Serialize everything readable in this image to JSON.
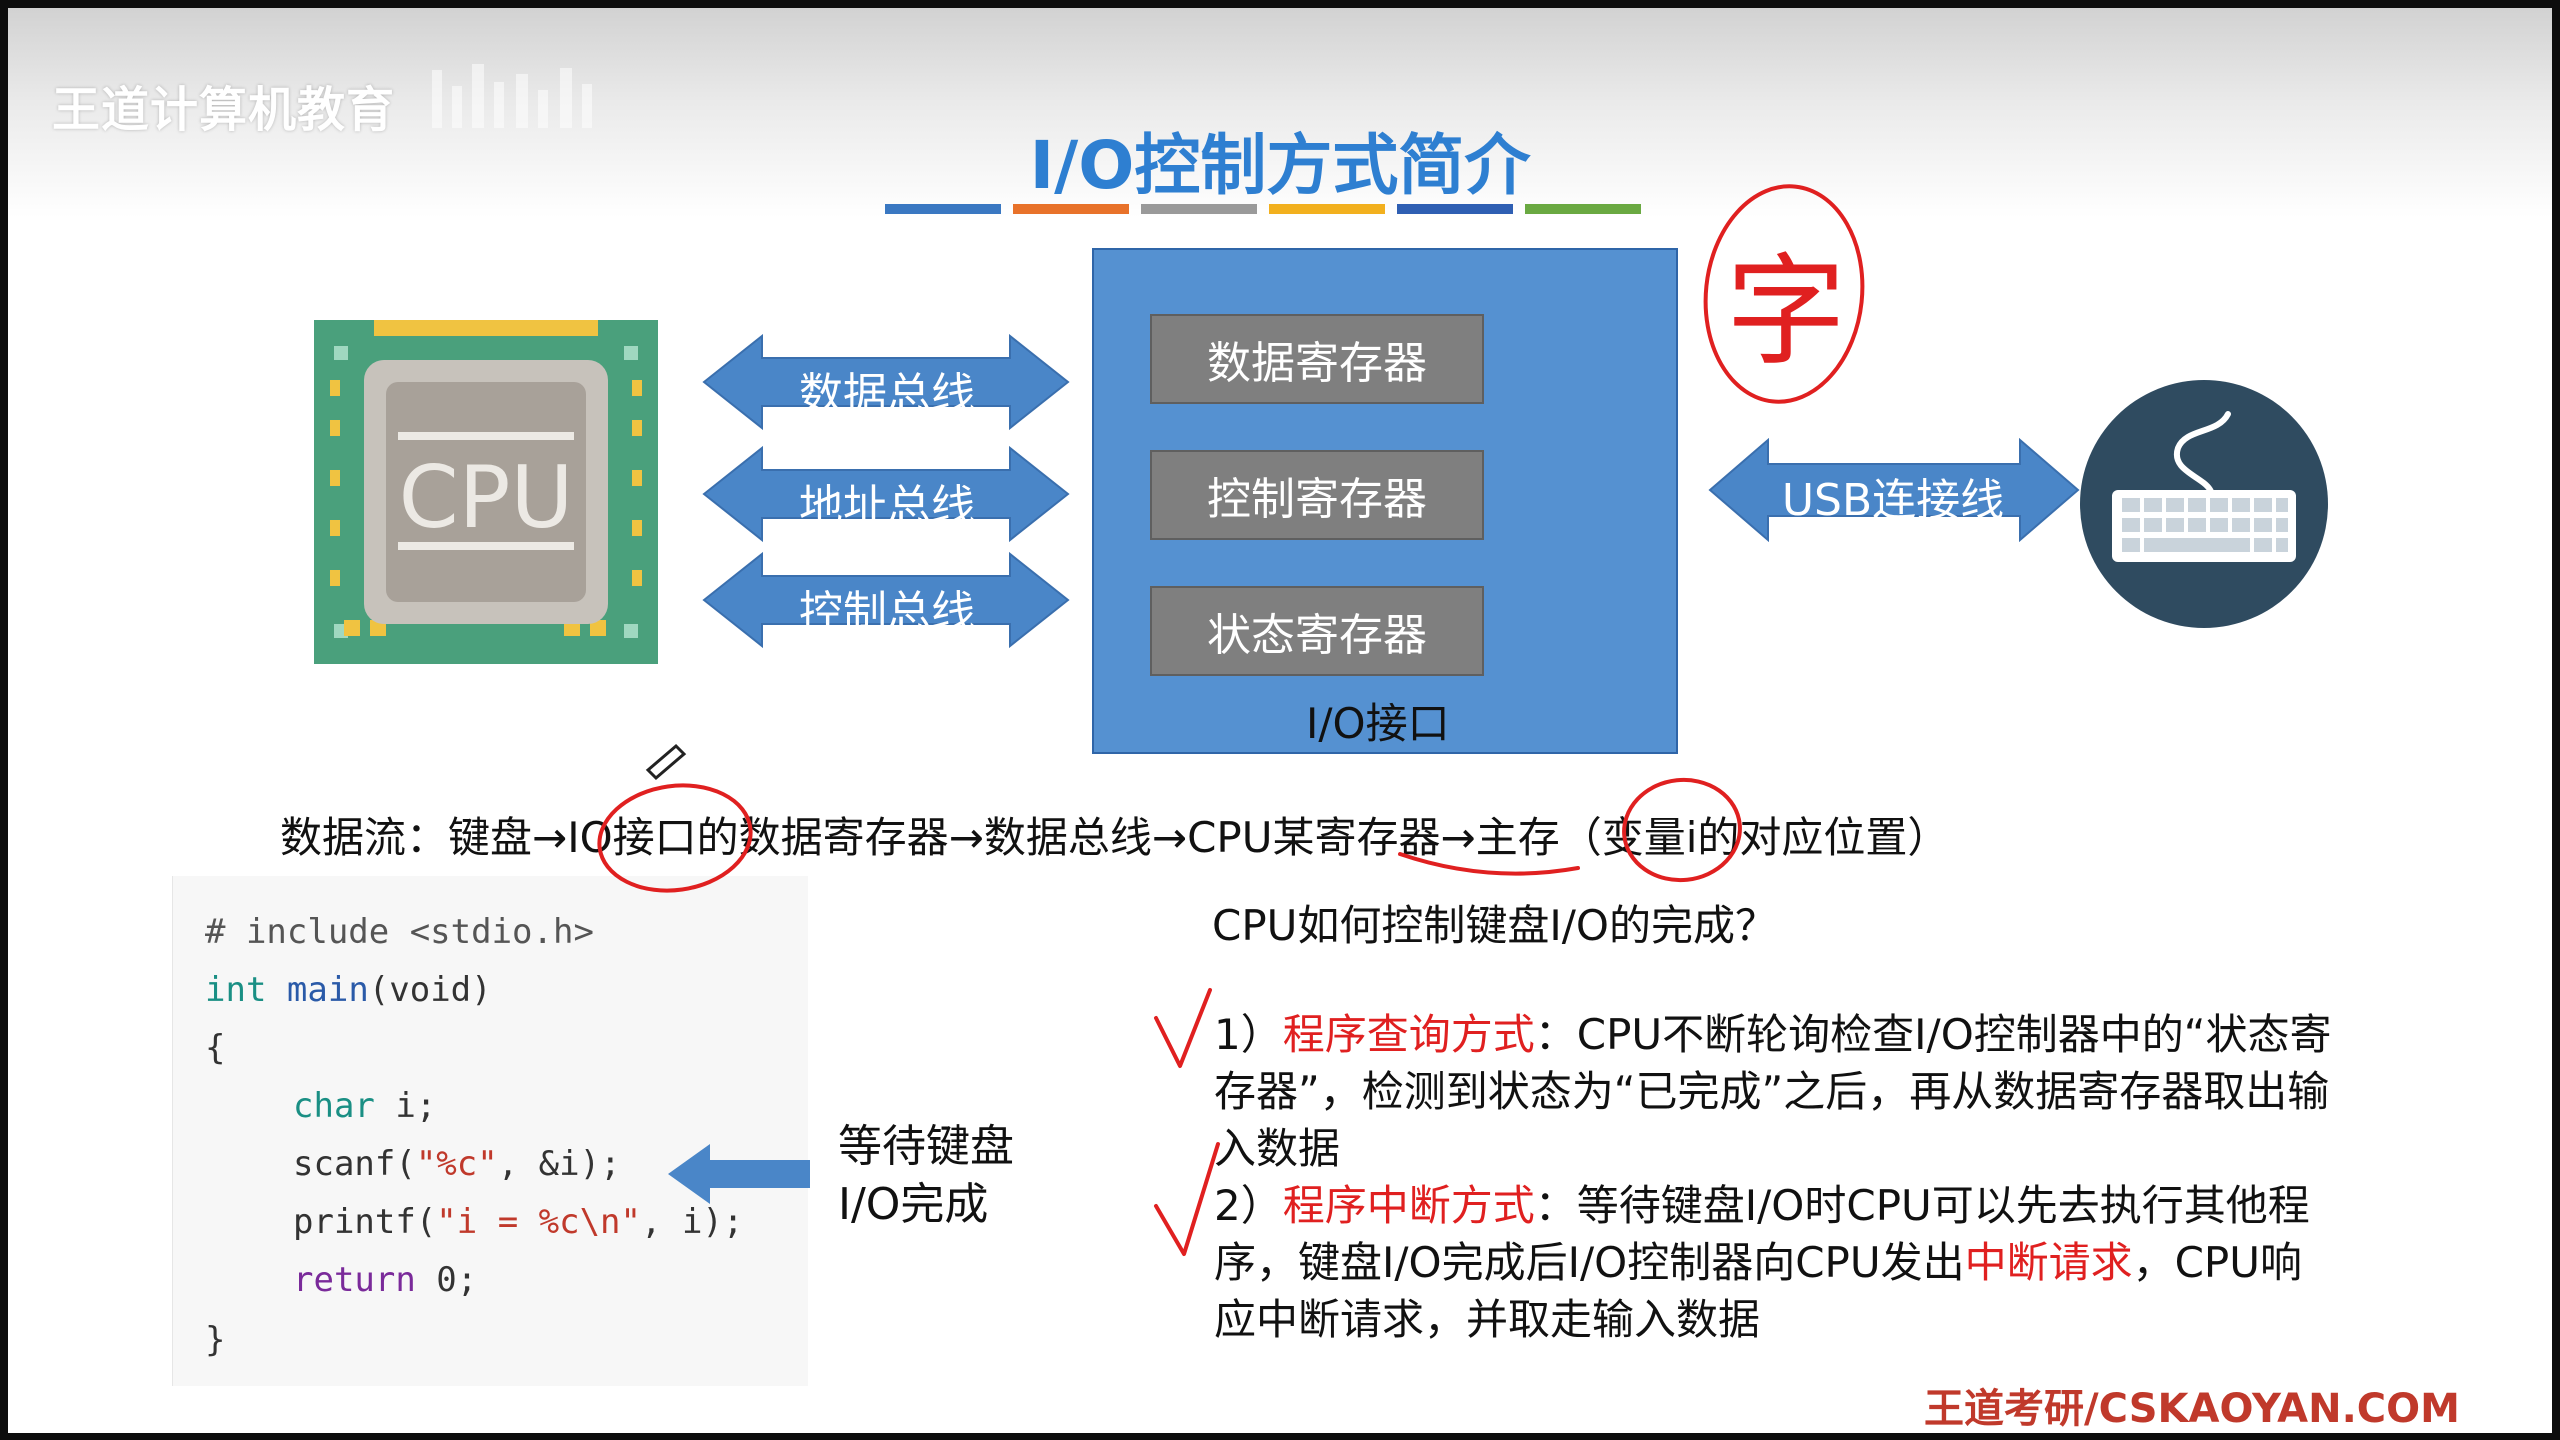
{
  "slide": {
    "watermark": "王道计算机教育",
    "title": "I/O控制方式简介",
    "title_bar_colors": [
      "#3a78c2",
      "#e8722a",
      "#9a9a9a",
      "#f2b01e",
      "#2f5fb3",
      "#6aa942"
    ]
  },
  "diagram": {
    "cpu_label": "CPU",
    "buses": [
      "数据总线",
      "地址总线",
      "控制总线"
    ],
    "io_interface": {
      "registers": [
        "数据寄存器",
        "控制寄存器",
        "状态寄存器"
      ],
      "label": "I/O接口"
    },
    "usb_label": "USB连接线",
    "device_icon": "keyboard-icon"
  },
  "dataflow": {
    "prefix": "数据流：",
    "steps": [
      "键盘",
      "IO接口的数据寄存器",
      "数据总线",
      "CPU某寄存器",
      "主存"
    ],
    "arrow": "→",
    "suffix": "（变量i的对应位置）"
  },
  "code": {
    "line1": "# include <stdio.h>",
    "line2_type": "int",
    "line2_fn": "main",
    "line2_rest": "(void)",
    "line3": "{",
    "line4_type": "char",
    "line4_rest": " i;",
    "line5_a": "scanf(",
    "line5_str": "\"%c\"",
    "line5_b": ", &i);",
    "line6_a": "printf(",
    "line6_str": "\"i = %c\\n\"",
    "line6_b": ", i);",
    "line7_kw": "return",
    "line7_rest": " 0;",
    "line8": "}"
  },
  "wait": {
    "line1": "等待键盘",
    "line2": "I/O完成"
  },
  "question": "CPU如何控制键盘I/O的完成？",
  "methods": {
    "m1_num": "1）",
    "m1_name": "程序查询方式",
    "m1_colon": "：",
    "m1_text": "CPU不断轮询检查I/O控制器中的“状态寄存器”，检测到状态为“已完成”之后，再从数据寄存器取出输入数据",
    "m2_num": "2）",
    "m2_name": "程序中断方式",
    "m2_colon": "：",
    "m2_text_a": "等待键盘I/O时CPU可以先去执行其他程序，键盘I/O完成后I/O控制器向CPU发出",
    "m2_red": "中断请求",
    "m2_text_b": "，CPU响应中断请求，并取走输入数据"
  },
  "footer": "王道考研/CSKAOYAN.COM",
  "annotation_text": "字",
  "colors": {
    "title_blue": "#2e7fd1",
    "io_box": "#5591d1",
    "register_gray": "#7f7f7f",
    "arrow_blue": "#4a86c8",
    "highlight_red": "#e02020"
  }
}
